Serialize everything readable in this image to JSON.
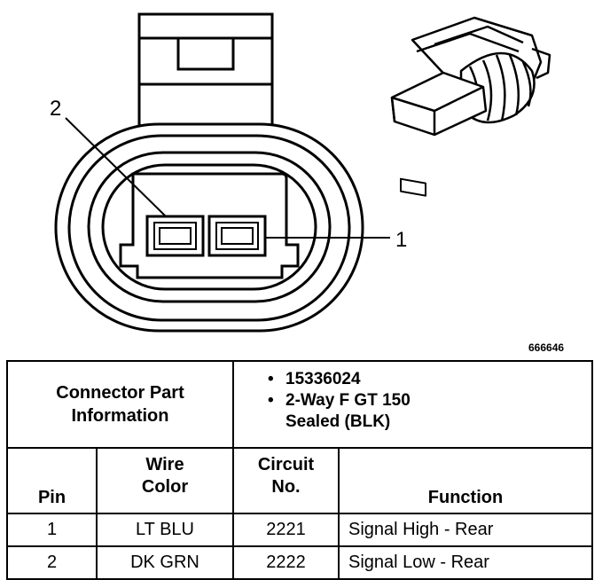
{
  "diagram": {
    "pin_callouts": [
      "2",
      "1"
    ],
    "figure_id": "666646"
  },
  "connector_info": {
    "label_line1": "Connector Part",
    "label_line2": "Information",
    "part_number": "15336024",
    "description_line1": "2-Way F GT 150",
    "description_line2": "Sealed (BLK)"
  },
  "table": {
    "headers": {
      "pin": "Pin",
      "wire_line1": "Wire",
      "wire_line2": "Color",
      "circuit_line1": "Circuit",
      "circuit_line2": "No.",
      "function": "Function"
    },
    "rows": [
      {
        "pin": "1",
        "color": "LT BLU",
        "circuit": "2221",
        "function": "Signal High - Rear"
      },
      {
        "pin": "2",
        "color": "DK GRN",
        "circuit": "2222",
        "function": "Signal Low - Rear"
      }
    ]
  }
}
